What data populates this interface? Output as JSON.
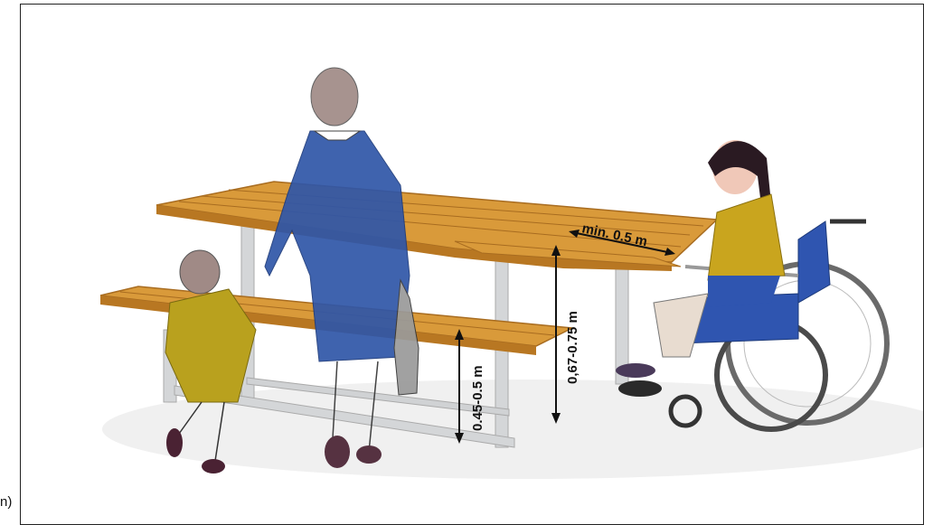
{
  "figure": {
    "corner_fragment": "n)",
    "dimensions": [
      {
        "id": "table-width",
        "label": "min. 0.5 m"
      },
      {
        "id": "table-height",
        "label": "0,67-0.75 m"
      },
      {
        "id": "bench-height",
        "label": "0.45-0.5 m"
      }
    ]
  },
  "colors": {
    "wood": "#d99a3a",
    "wood_dark": "#b87722",
    "frame": "#d4d6d8",
    "adult_coat": "#2f56a8",
    "child_coat": "#b9a11e",
    "girl_top": "#c9a51e",
    "wheelchair_seat": "#2f55b0",
    "skin_gray": "#a08a86",
    "shoe": "#4a2233"
  }
}
